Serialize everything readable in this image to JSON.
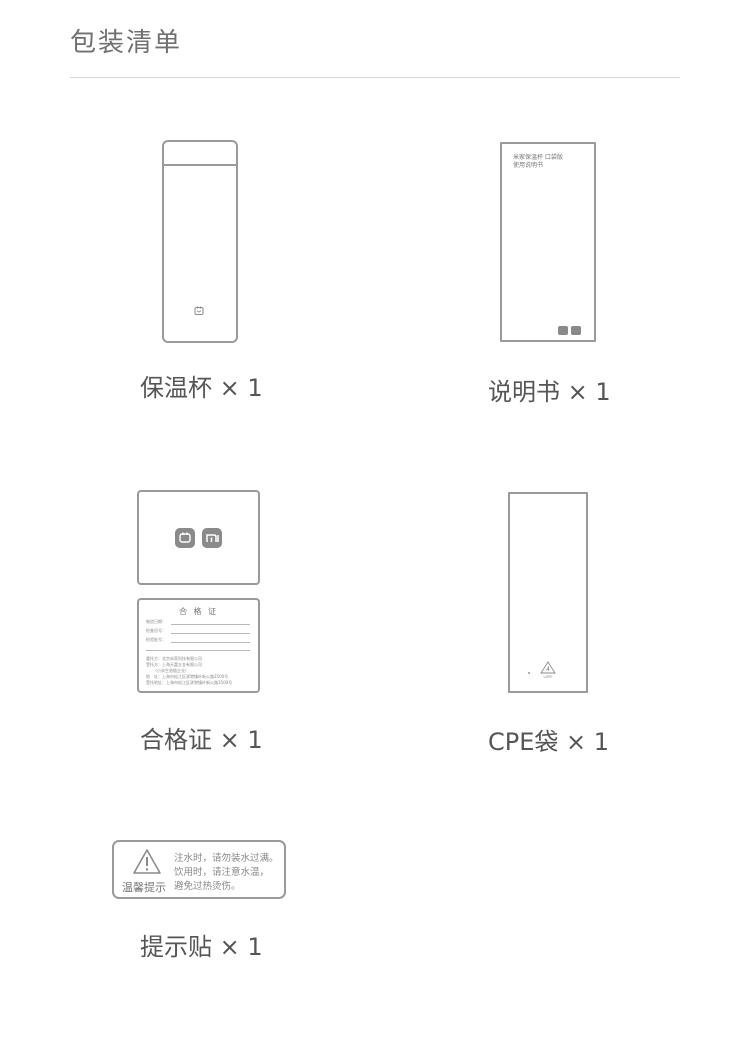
{
  "header": {
    "title": "包装清单"
  },
  "items": {
    "bottle": {
      "caption": "保温杯 × 1"
    },
    "manual": {
      "caption": "说明书 × 1",
      "cover_line1": "米家保温杯 口袋版",
      "cover_line2": "使用说明书"
    },
    "certificate": {
      "caption": "合格证 × 1",
      "title": "合 格 证",
      "fields": [
        "制造日期：",
        "检查员号：",
        "检验批号："
      ],
      "fine_print": [
        "委托方：北京米家科技有限公司",
        "受托方：上海天富五金有限公司",
        "（小米生态链企业）",
        "地　址：上海市松江区泖港镇叶新公路3500号",
        "受托地址：上海市松江区泖港镇叶新公路3500号"
      ]
    },
    "bag": {
      "caption": "CPE袋 × 1",
      "recycle_number": "4",
      "recycle_label": "LDPE"
    },
    "sticker": {
      "caption": "提示贴 × 1",
      "label": "温馨提示",
      "line1": "注水时，请勿装水过满。",
      "line2": "饮用时，请注意水温，",
      "line3": "避免过热烫伤。"
    }
  }
}
